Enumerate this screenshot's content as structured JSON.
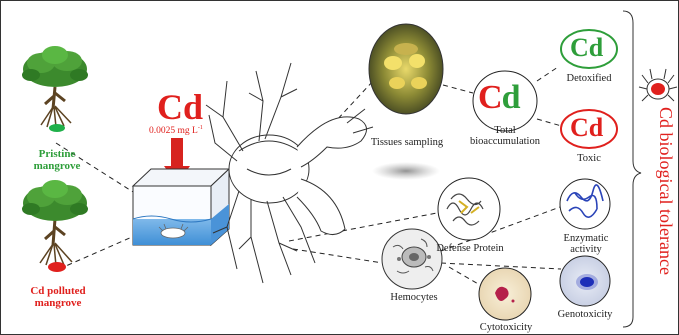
{
  "pristine_mangrove": {
    "line1": "Pristine",
    "line2": "mangrove"
  },
  "polluted_mangrove": {
    "line1": "Cd polluted",
    "line2": "mangrove"
  },
  "exposure": {
    "element": "Cd",
    "concentration": "0.0025 mg L",
    "unit_exp": "-1"
  },
  "tissues_sampling": "Tissues sampling",
  "total_bioaccumulation": {
    "line1": "Total",
    "line2": "bioaccumulation"
  },
  "fates": {
    "detoxified": "Detoxified",
    "toxic": "Toxic"
  },
  "biomarkers": {
    "defense_protein": "Defense Protein",
    "enzymatic_activity": {
      "line1": "Enzymatic",
      "line2": "activity"
    },
    "hemocytes": "Hemocytes",
    "cytotoxicity": "Cytotoxicity",
    "genotoxicity": "Genotoxicity"
  },
  "outcome": "Cd biological tolerance",
  "colors": {
    "red": "#e0201d",
    "green": "#2e9e3a",
    "water": "#5da3df",
    "arrow": "#d7231f"
  },
  "icons": [
    "tree-icon",
    "crab-icon",
    "tissue-photo",
    "hemocyte-cell-icon",
    "protein-structure-icon",
    "petri-dish-icon"
  ]
}
